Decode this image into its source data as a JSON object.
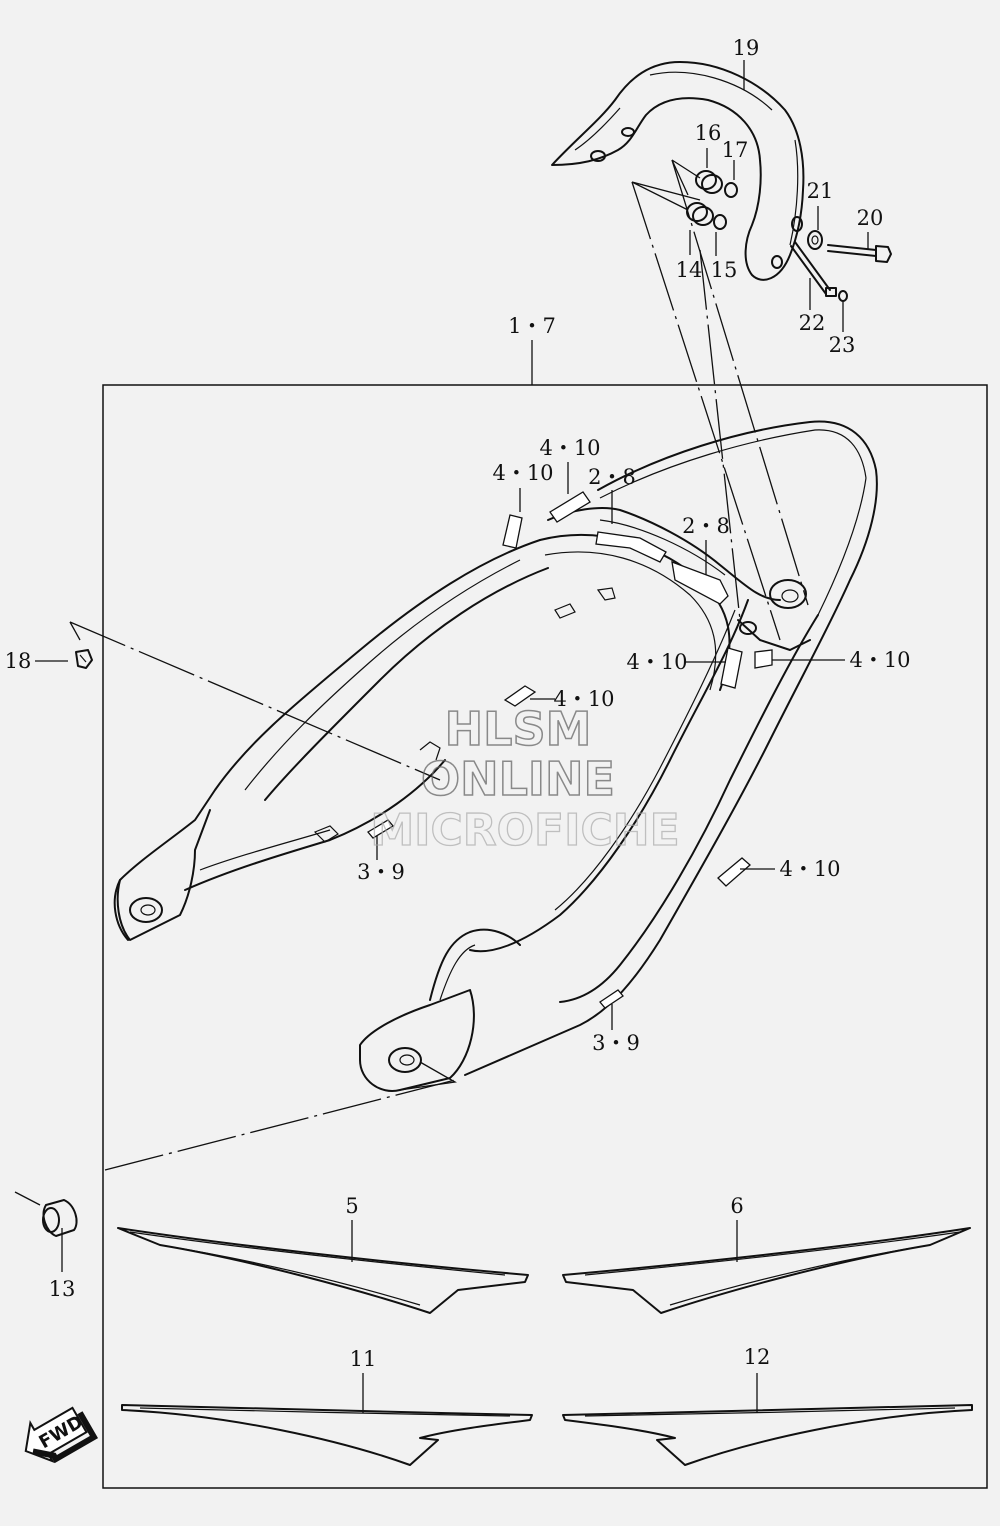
{
  "callouts": {
    "c1_7": "1・7",
    "c2_8_a": "2・8",
    "c2_8_b": "2・8",
    "c3_9_a": "3・9",
    "c3_9_b": "3・9",
    "c4_10_a": "4・10",
    "c4_10_b": "4・10",
    "c4_10_c": "4・10",
    "c4_10_d": "4・10",
    "c4_10_e": "4・10",
    "c4_10_f": "4・10",
    "c5": "5",
    "c6": "6",
    "c11": "11",
    "c12": "12",
    "c13": "13",
    "c14": "14",
    "c15": "15",
    "c16": "16",
    "c17": "17",
    "c18": "18",
    "c19": "19",
    "c20": "20",
    "c21": "21",
    "c22": "22",
    "c23": "23"
  },
  "watermark": {
    "line1": "HLSM",
    "line2": "ONLINE",
    "line3": "MICROFICHE"
  },
  "fwd_label": "FWD",
  "colors": {
    "ink": "#111111",
    "background": "#f2f2f2"
  }
}
